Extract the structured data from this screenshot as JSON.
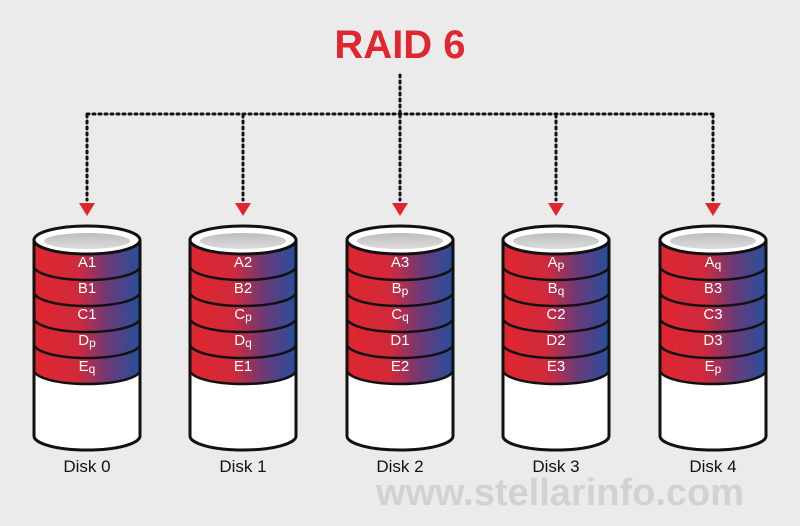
{
  "title": "RAID 6",
  "watermark": "www.stellarinfo.com",
  "colors": {
    "background": "#ebebeb",
    "accent_red": "#e0262f",
    "stripe_blue": "#254f9c",
    "outline": "#111111"
  },
  "disks": [
    {
      "name": "Disk 0",
      "blocks": [
        {
          "main": "A",
          "sub": "1"
        },
        {
          "main": "B",
          "sub": "1"
        },
        {
          "main": "C",
          "sub": "1"
        },
        {
          "main": "D",
          "sub": "p"
        },
        {
          "main": "E",
          "sub": "q"
        }
      ]
    },
    {
      "name": "Disk 1",
      "blocks": [
        {
          "main": "A",
          "sub": "2"
        },
        {
          "main": "B",
          "sub": "2"
        },
        {
          "main": "C",
          "sub": "p"
        },
        {
          "main": "D",
          "sub": "q"
        },
        {
          "main": "E",
          "sub": "1"
        }
      ]
    },
    {
      "name": "Disk 2",
      "blocks": [
        {
          "main": "A",
          "sub": "3"
        },
        {
          "main": "B",
          "sub": "p"
        },
        {
          "main": "C",
          "sub": "q"
        },
        {
          "main": "D",
          "sub": "1"
        },
        {
          "main": "E",
          "sub": "2"
        }
      ]
    },
    {
      "name": "Disk 3",
      "blocks": [
        {
          "main": "A",
          "sub": "p"
        },
        {
          "main": "B",
          "sub": "q"
        },
        {
          "main": "C",
          "sub": "2"
        },
        {
          "main": "D",
          "sub": "2"
        },
        {
          "main": "E",
          "sub": "3"
        }
      ]
    },
    {
      "name": "Disk 4",
      "blocks": [
        {
          "main": "A",
          "sub": "q"
        },
        {
          "main": "B",
          "sub": "3"
        },
        {
          "main": "C",
          "sub": "3"
        },
        {
          "main": "D",
          "sub": "3"
        },
        {
          "main": "E",
          "sub": "p"
        }
      ]
    }
  ]
}
